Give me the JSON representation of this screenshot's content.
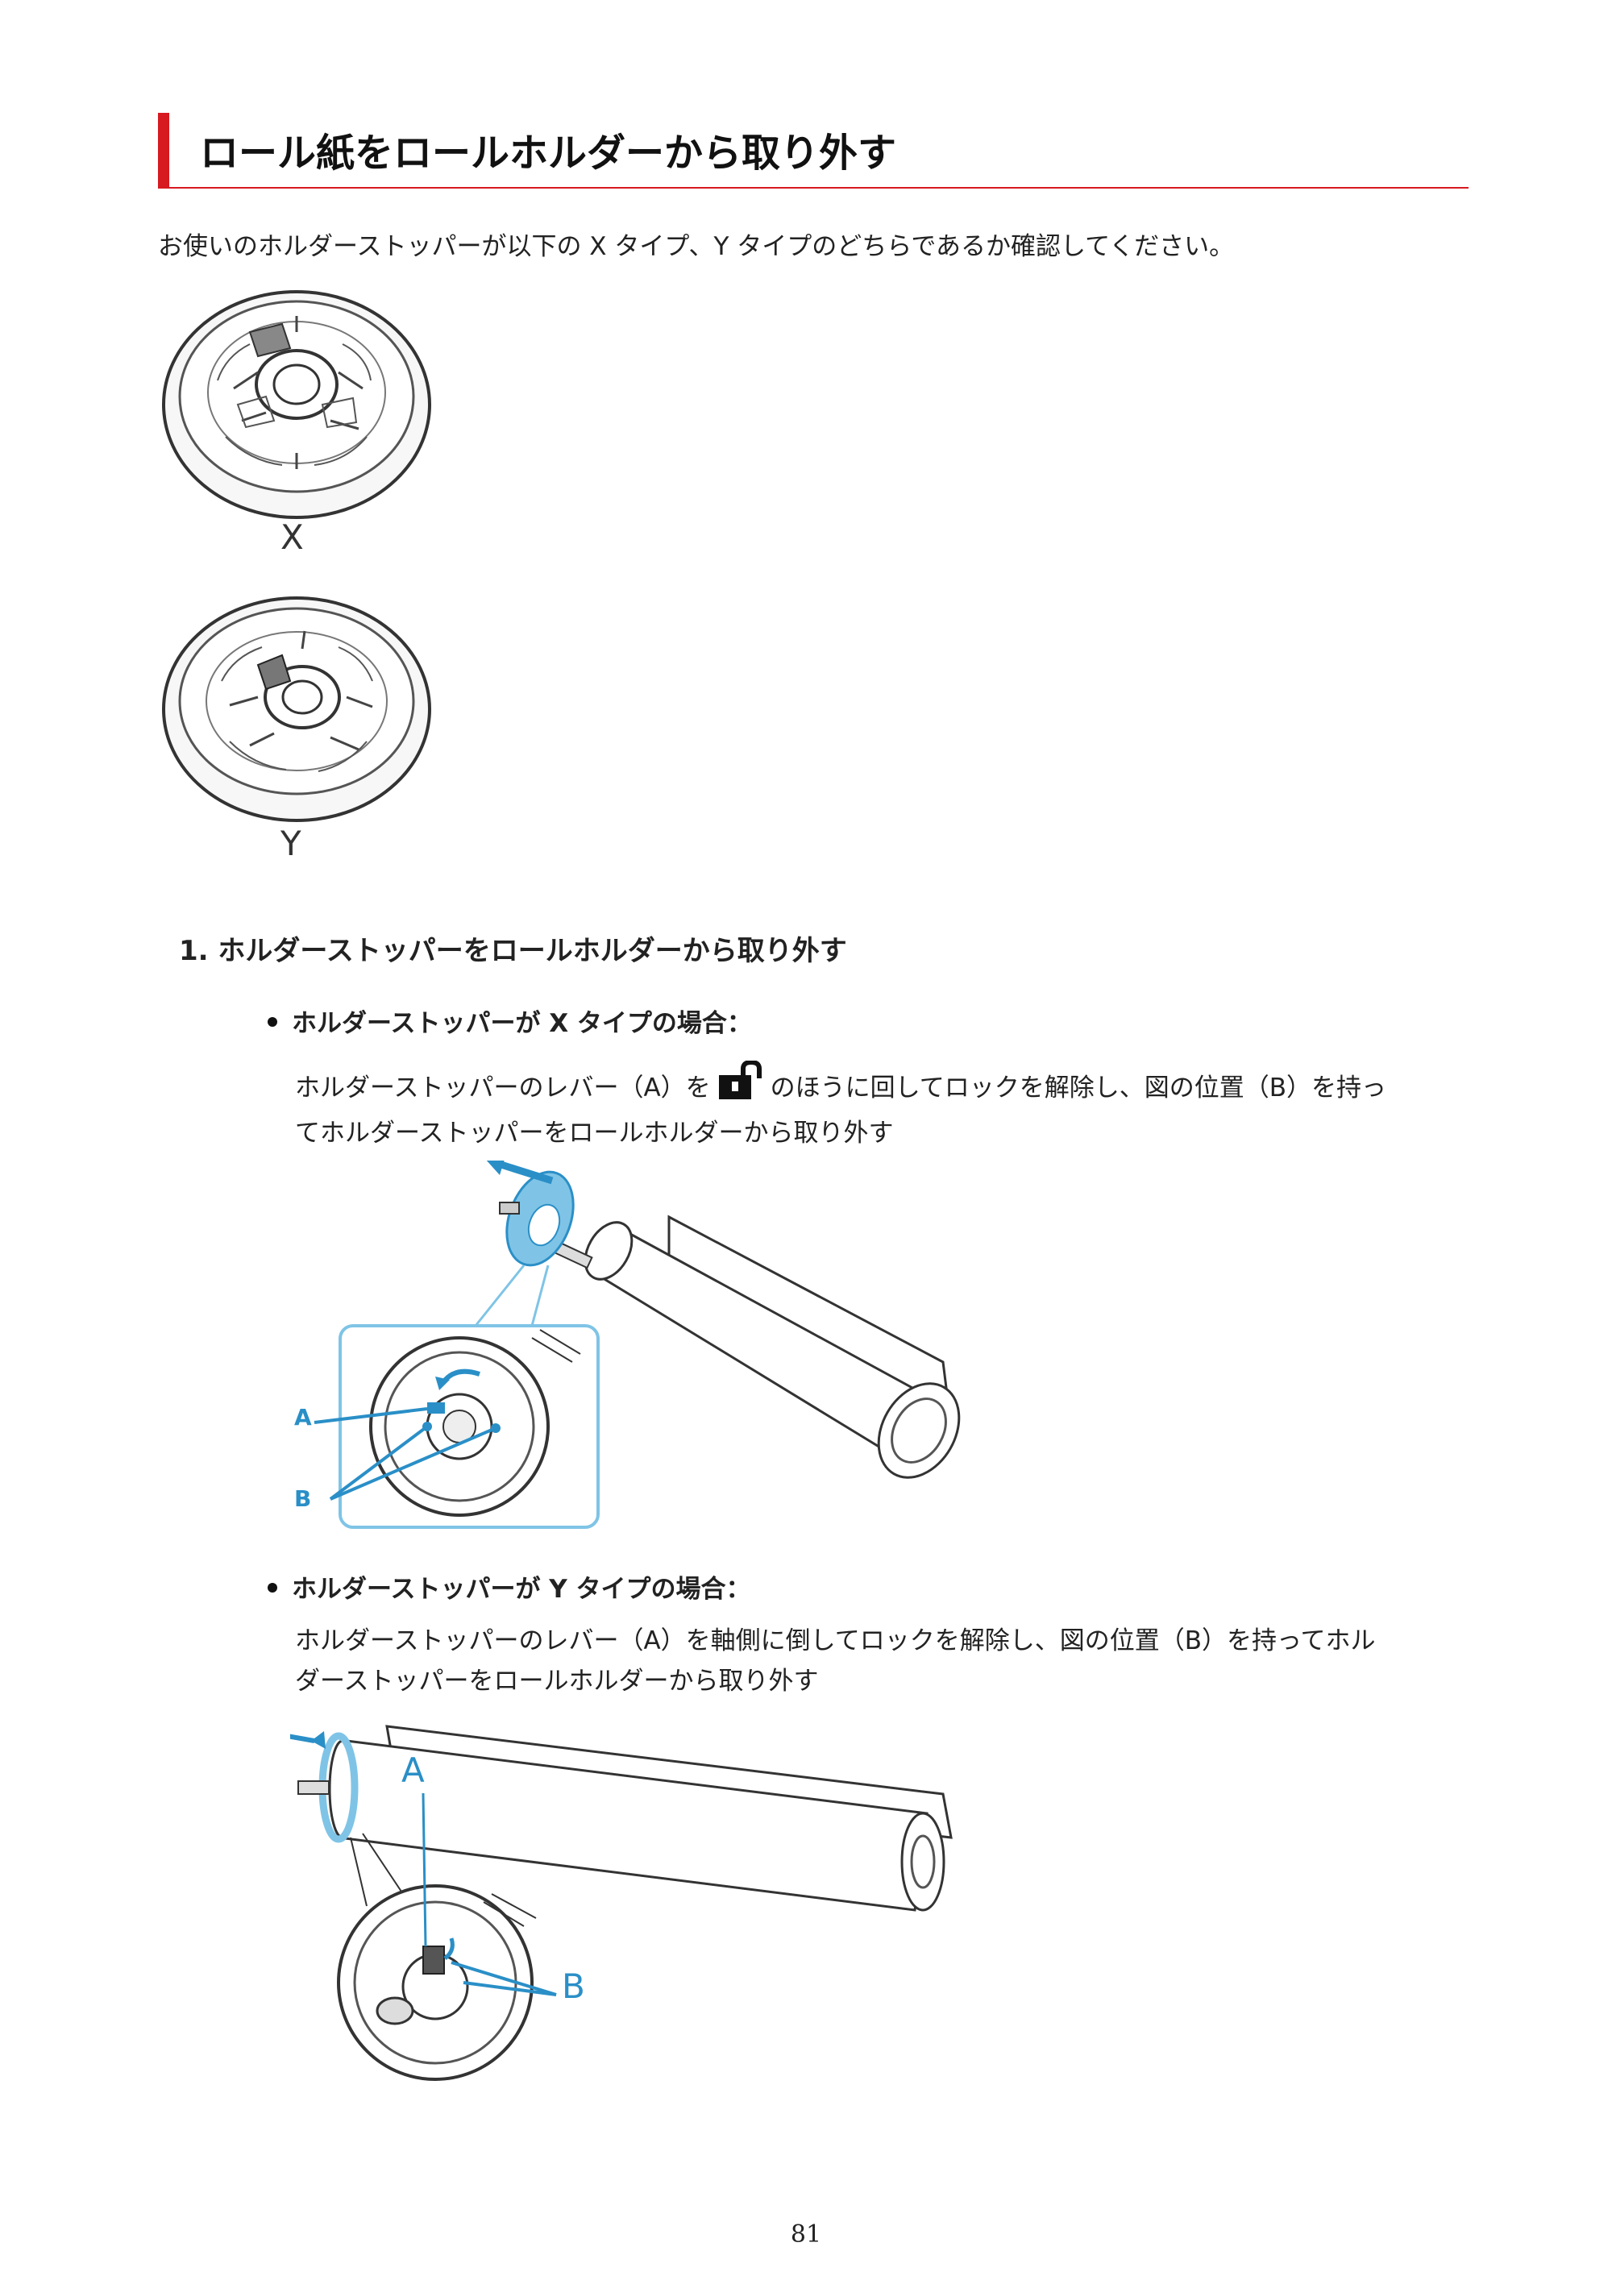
{
  "title": "ロール紙をロールホルダーから取り外す",
  "intro": "お使いのホルダーストッパーが以下の X タイプ、Y タイプのどちらであるか確認してください。",
  "figure_x_label": "X",
  "figure_y_label": "Y",
  "step1": "1. ホルダーストッパーをロールホルダーから取り外す",
  "bullet_x": {
    "heading": "ホルダーストッパーが X タイプの場合：",
    "text_before_icon": "ホルダーストッパーのレバー（A）を",
    "text_after_icon": "のほうに回してロックを解除し、図の位置（B）を持っ",
    "text_line2": "てホルダーストッパーをロールホルダーから取り外す",
    "icon": "unlock-icon",
    "label_a": "A",
    "label_b": "B"
  },
  "bullet_y": {
    "heading": "ホルダーストッパーが Y タイプの場合：",
    "text_line1": "ホルダーストッパーのレバー（A）を軸側に倒してロックを解除し、図の位置（B）を持ってホル",
    "text_line2": "ダーストッパーをロールホルダーから取り外す",
    "label_a": "A",
    "label_b": "B"
  },
  "page_number": "81",
  "colors": {
    "accent_red": "#d71920",
    "highlight_blue": "#2a8fc7"
  }
}
